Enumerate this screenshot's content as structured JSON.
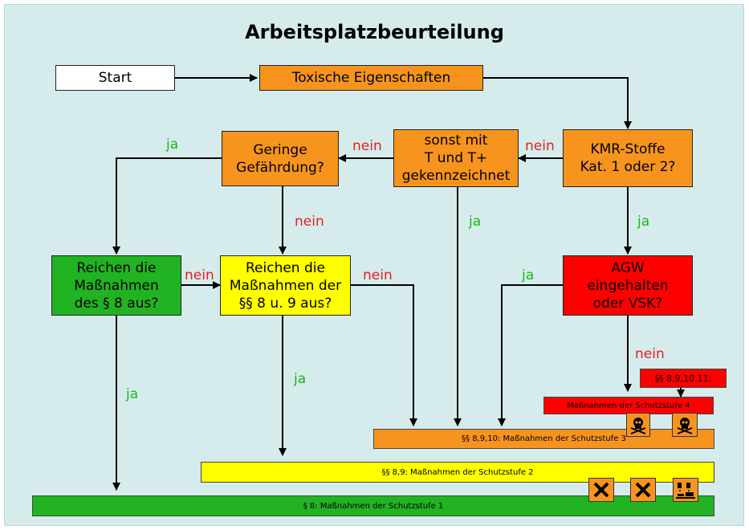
{
  "title": "Arbeitsplatzbeurteilung",
  "nodes": {
    "start": "Start",
    "toxic": "Toxische Eigenschaften",
    "kmr": "KMR-Stoffe\nKat. 1 oder 2?",
    "sonst": "sonst mit\nT und T+\ngekennzeichnet",
    "geringe": "Geringe\nGefährdung?",
    "reichen8": "Reichen die\nMaßnahmen\ndes § 8 aus?",
    "reichen89": "Reichen die\nMaßnahmen der\n§§ 8 u. 9 aus?",
    "agw": "AGW\neingehalten\noder VSK?"
  },
  "labels": {
    "ja": "ja",
    "nein": "nein"
  },
  "bars": {
    "stufe4_header": "§§ 8,9,10,11:",
    "stufe4": "Maßnahmen der Schutzstufe 4",
    "stufe3": "§§ 8,9,10: Maßnahmen der Schutzstufe 3",
    "stufe2": "§§ 8,9: Maßnahmen der Schutzstufe 2",
    "stufe1": "§ 8: Maßnahmen der Schutzstufe 1"
  },
  "hazard_symbols": [
    "skull-icon",
    "skull-icon",
    "cross-icon",
    "cross-icon",
    "corrosive-icon"
  ],
  "colors": {
    "background": "#d6ecec",
    "orange": "#f7941d",
    "yellow": "#ffff00",
    "green": "#22b322",
    "red": "#ff0000",
    "ja": "#18b918",
    "nein": "#e51f1f"
  }
}
